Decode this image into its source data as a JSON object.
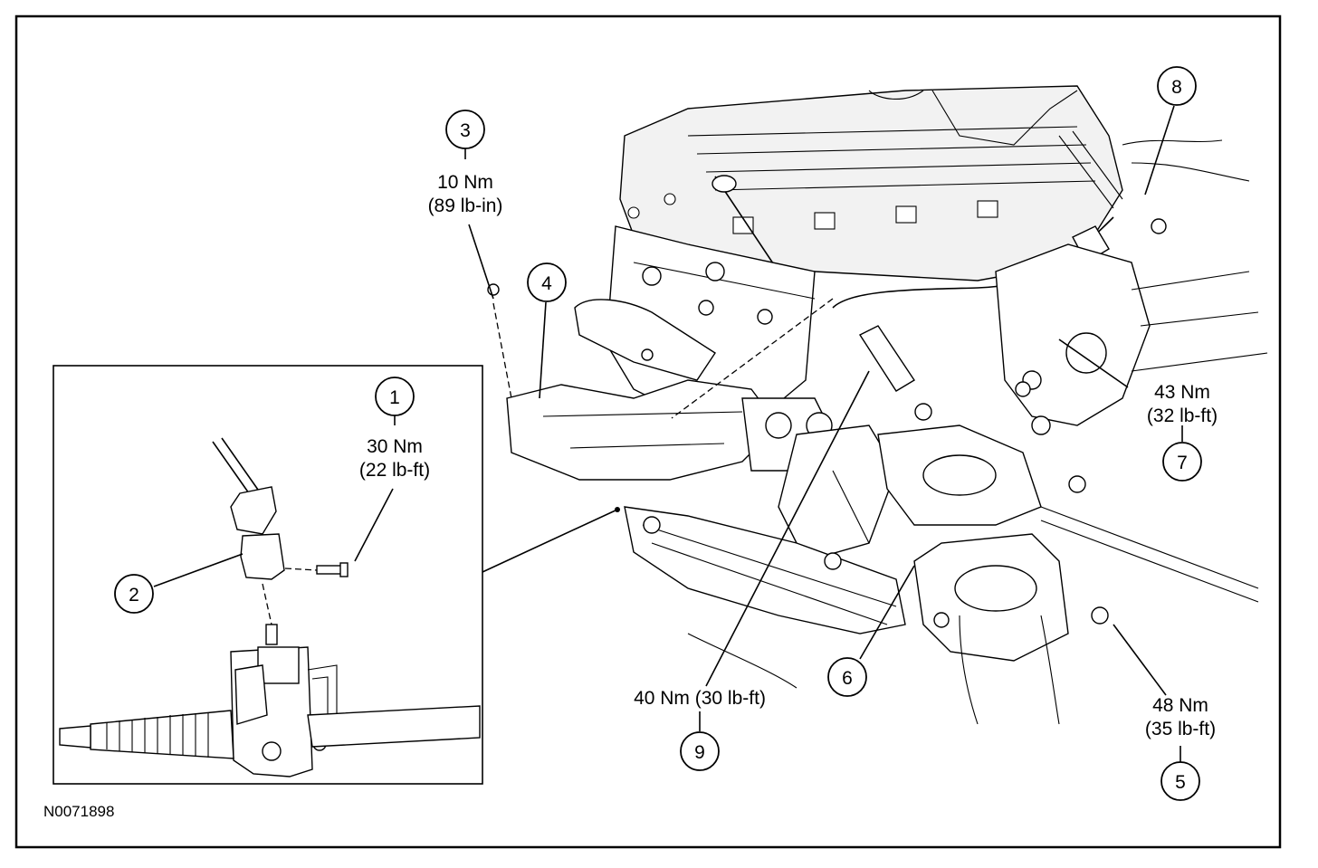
{
  "figure_id": "N0071898",
  "callouts": [
    {
      "num": "1",
      "torque_nm": "30 Nm",
      "torque_imperial": "(22 lb-ft)"
    },
    {
      "num": "2"
    },
    {
      "num": "3",
      "torque_nm": "10 Nm",
      "torque_imperial": "(89 lb-in)"
    },
    {
      "num": "4"
    },
    {
      "num": "5",
      "torque_nm": "48 Nm",
      "torque_imperial": "(35 lb-ft)"
    },
    {
      "num": "6"
    },
    {
      "num": "7",
      "torque_nm": "43 Nm",
      "torque_imperial": "(32 lb-ft)"
    },
    {
      "num": "8"
    },
    {
      "num": "9",
      "torque": "40 Nm (30 lb-ft)"
    }
  ]
}
